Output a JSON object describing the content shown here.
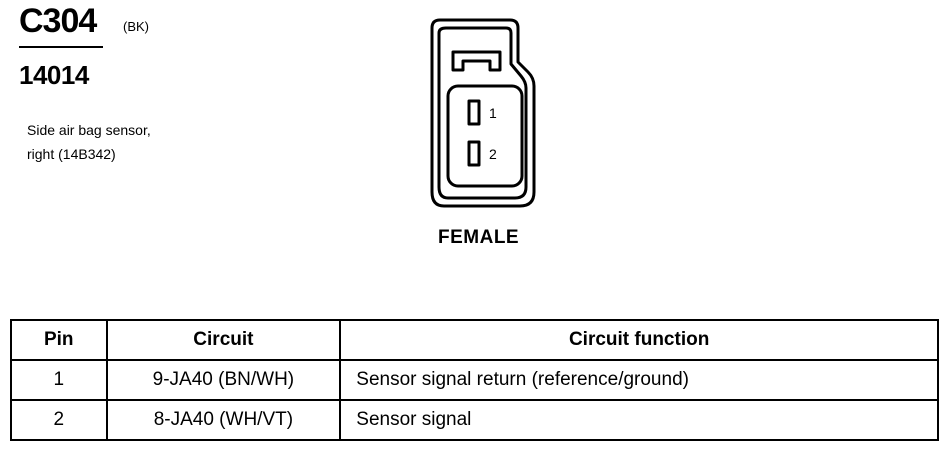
{
  "connector": {
    "id": "C304",
    "color_code": "(BK)",
    "part_number": "14014",
    "description_line1": "Side air bag sensor,",
    "description_line2": "right (14B342)",
    "gender": "FEMALE",
    "pin_labels": [
      "1",
      "2"
    ]
  },
  "table": {
    "headers": {
      "pin": "Pin",
      "circuit": "Circuit",
      "function": "Circuit function"
    },
    "rows": [
      {
        "pin": "1",
        "circuit": "9-JA40 (BN/WH)",
        "function": "Sensor signal return (reference/ground)"
      },
      {
        "pin": "2",
        "circuit": "8-JA40 (WH/VT)",
        "function": "Sensor signal"
      }
    ]
  }
}
